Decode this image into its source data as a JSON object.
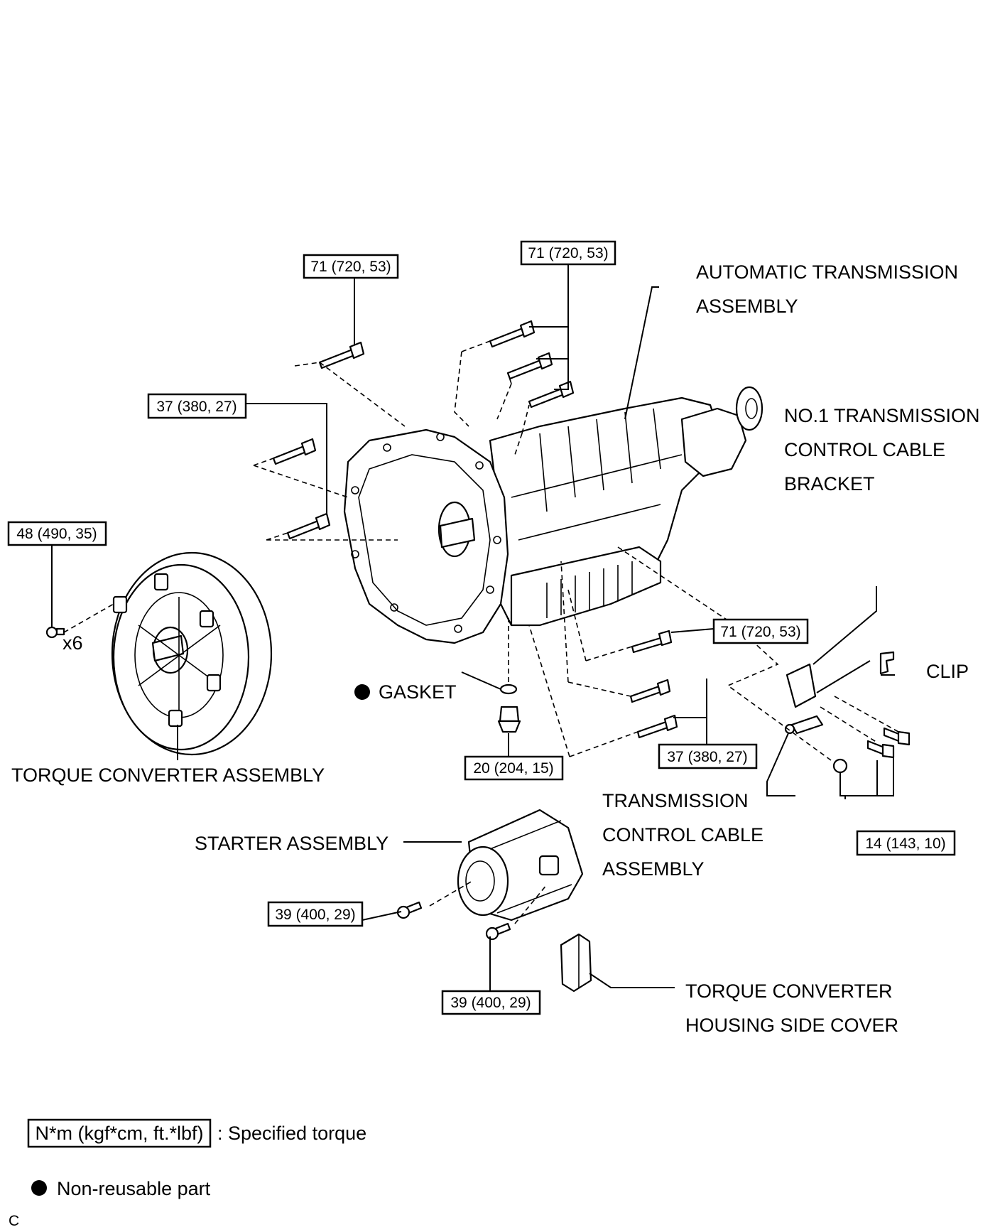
{
  "parts": {
    "automatic_transmission": [
      "AUTOMATIC TRANSMISSION",
      "ASSEMBLY"
    ],
    "bracket": [
      "NO.1 TRANSMISSION",
      "CONTROL CABLE",
      "BRACKET"
    ],
    "clip": "CLIP",
    "gasket": "GASKET",
    "torque_converter": "TORQUE CONVERTER ASSEMBLY",
    "control_cable": [
      "TRANSMISSION",
      "CONTROL CABLE",
      "ASSEMBLY"
    ],
    "starter": "STARTER ASSEMBLY",
    "housing_side_cover": [
      "TORQUE CONVERTER",
      "HOUSING SIDE COVER"
    ],
    "multiplier": "x6"
  },
  "torques": {
    "t71_top_left": "71 (720, 53)",
    "t71_top_right": "71 (720, 53)",
    "t37_upper_left": "37 (380, 27)",
    "t48": "48 (490, 35)",
    "t71_right": "71 (720, 53)",
    "t20": "20 (204, 15)",
    "t37_lower_right": "37 (380, 27)",
    "t14": "14 (143, 10)",
    "t39_left": "39 (400, 29)",
    "t39_bottom": "39 (400, 29)"
  },
  "legend": {
    "torque_unit": "N*m (kgf*cm, ft.*lbf)",
    "torque_desc": ": Specified torque",
    "nonreusable_desc": "Non-reusable part"
  },
  "corner_mark": "C"
}
